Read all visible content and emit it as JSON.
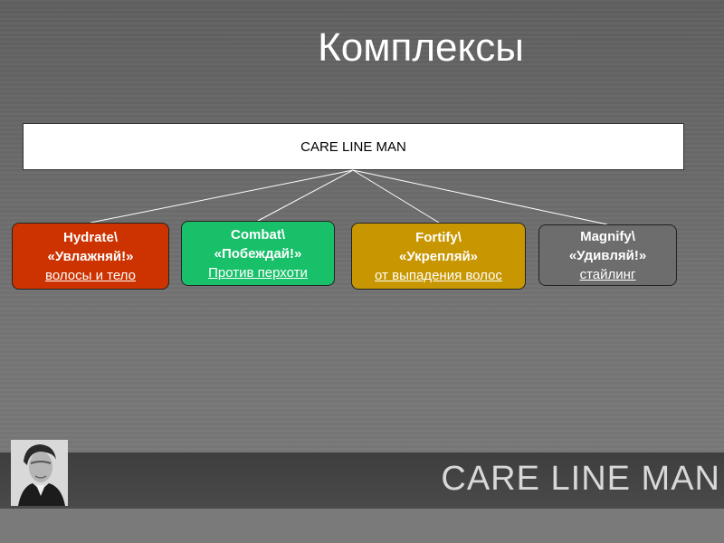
{
  "title": "Комплексы",
  "root": {
    "label": "CARE LINE MAN"
  },
  "nodes": [
    {
      "line1": "Hydrate\\",
      "line2": "«Увлажняй!»",
      "line3": "волосы и тело",
      "color": "#cc3300"
    },
    {
      "line1": "Combat\\",
      "line2": "«Побеждай!»",
      "line3": "Против перхоти",
      "color": "#19c06a"
    },
    {
      "line1": "Fortify\\",
      "line2": "«Укрепляй»",
      "line3": "от выпадения волос",
      "color": "#c89600"
    },
    {
      "line1": "Magnify\\",
      "line2": "«Удивляй!»",
      "line3": "стайлинг",
      "color": "#6d6d6d"
    }
  ],
  "footer": {
    "logo_text": "CARE LINE MAN"
  }
}
